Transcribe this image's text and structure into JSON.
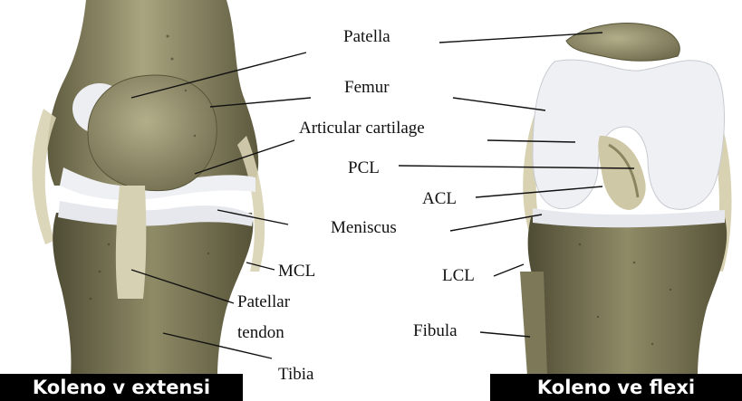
{
  "colors": {
    "bone_dark": "#6f6b4c",
    "bone_mid": "#9c9874",
    "bone_light": "#c8c5a6",
    "cartilage": "#ecedf2",
    "ligament": "#d9d4b8",
    "caption_bg": "#000000",
    "caption_text": "#ffffff"
  },
  "labels": {
    "patella": "Patella",
    "femur": "Femur",
    "articular_cartilage": "Articular cartilage",
    "pcl": "PCL",
    "acl": "ACL",
    "meniscus": "Meniscus",
    "mcl": "MCL",
    "lcl": "LCL",
    "patellar_tendon_line1": "Patellar",
    "patellar_tendon_line2": "tendon",
    "fibula": "Fibula",
    "tibia": "Tibia"
  },
  "captions": {
    "left": "Koleno v extensi",
    "right": "Koleno ve flexi"
  }
}
